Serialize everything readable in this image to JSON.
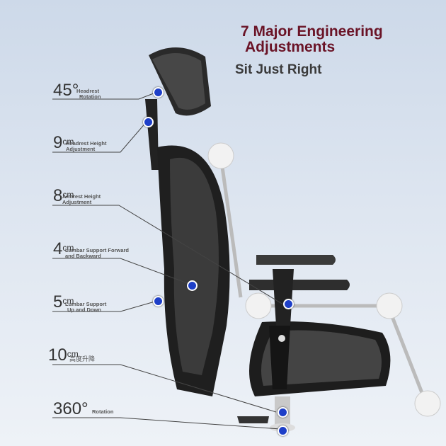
{
  "title": {
    "line1": "7 Major Engineering",
    "line2": "Adjustments"
  },
  "subtitle": "Sit Just Right",
  "callouts": [
    {
      "value": "45°",
      "unit": "",
      "label1": "Headrest",
      "label2": "Rotation"
    },
    {
      "value": "9",
      "unit": "cm",
      "label1": "Headrest Height",
      "label2": "Adjustment"
    },
    {
      "value": "8",
      "unit": "cm",
      "label1": "Armrest Height",
      "label2": "Adjustment"
    },
    {
      "value": "4",
      "unit": "cm",
      "label1": "Lumbar Support Forward",
      "label2": "and Backward"
    },
    {
      "value": "5",
      "unit": "cm",
      "label1": "Lumbar Support",
      "label2": "Up and Down"
    },
    {
      "value": "10",
      "unit": "cm",
      "label1": "高度升降",
      "label2": ""
    },
    {
      "value": "360°",
      "unit": "",
      "label1": "Rotation",
      "label2": ""
    }
  ]
}
